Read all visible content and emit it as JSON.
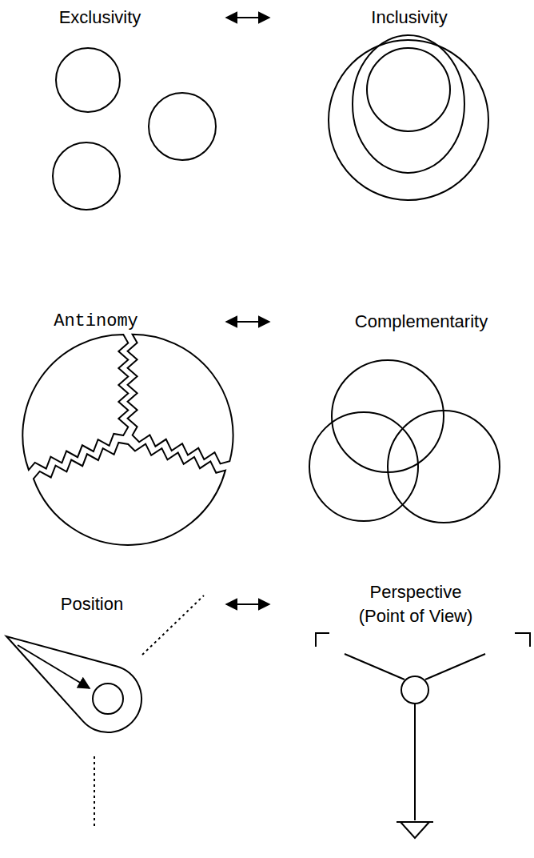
{
  "diagram": {
    "labels": [
      "Exclusivity",
      "Inclusivity",
      "Antinomy",
      "Complementarity",
      "Position",
      "Perspective",
      "(Point of View)"
    ]
  }
}
